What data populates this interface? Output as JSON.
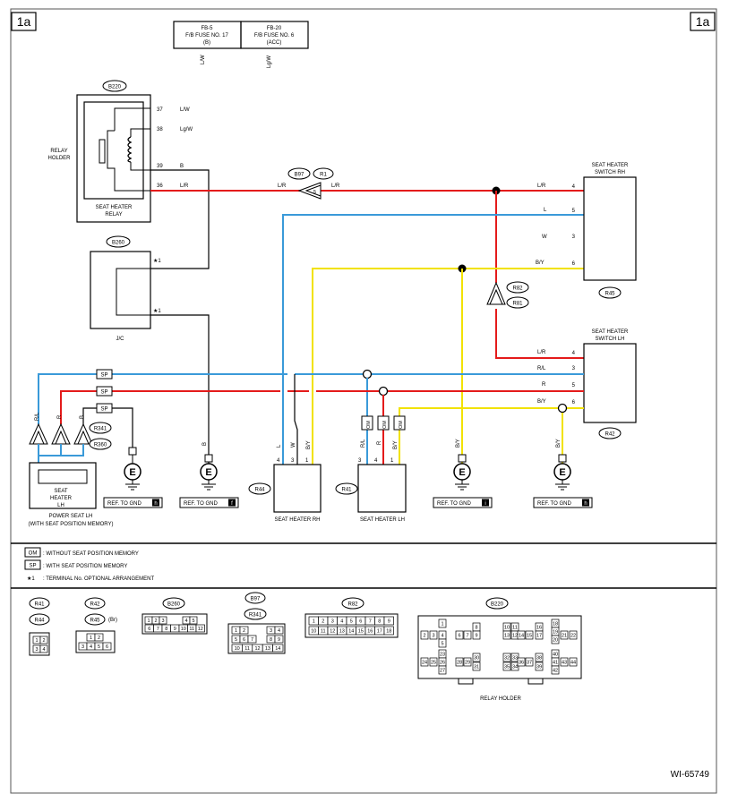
{
  "page_tag": "1a",
  "figure_id": "WI-65749",
  "colors": {
    "red": "#e41b1b",
    "blue": "#3a9ad9",
    "yellow": "#f2e200",
    "black": "#000000"
  },
  "fuses": [
    {
      "line1": "FB-5",
      "line2": "F/B FUSE NO. 17",
      "line3": "(B)",
      "wire": "L/W"
    },
    {
      "line1": "FB-20",
      "line2": "F/B FUSE NO. 6",
      "line3": "(ACC)",
      "wire": "Lg/W"
    }
  ],
  "relay": {
    "connector": "B220",
    "holder_label_1": "RELAY",
    "holder_label_2": "HOLDER",
    "name_1": "SEAT HEATER",
    "name_2": "RELAY",
    "pins": [
      {
        "no": "37",
        "wire": "L/W"
      },
      {
        "no": "38",
        "wire": "Lg/W"
      },
      {
        "no": "39",
        "wire": "B"
      },
      {
        "no": "36",
        "wire": "L/R"
      }
    ]
  },
  "jc": {
    "connector": "B260",
    "label": "J/C",
    "pin_a": "★1",
    "pin_b": "★1"
  },
  "b97": {
    "a": "B97",
    "b": "R1",
    "wire_left": "L/R",
    "wire_right": "L/R",
    "pin": "5"
  },
  "switch_rh": {
    "title_1": "SEAT HEATER",
    "title_2": "SWITCH RH",
    "connector": "R45",
    "pins": [
      {
        "no": "4",
        "wire": "L/R"
      },
      {
        "no": "5",
        "wire": "L"
      },
      {
        "no": "3",
        "wire": "W"
      },
      {
        "no": "6",
        "wire": "B/Y"
      }
    ]
  },
  "switch_lh": {
    "title_1": "SEAT HEATER",
    "title_2": "SWITCH LH",
    "connector": "R42",
    "pins": [
      {
        "no": "4",
        "wire": "L/R"
      },
      {
        "no": "3",
        "wire": "R/L"
      },
      {
        "no": "5",
        "wire": "R"
      },
      {
        "no": "6",
        "wire": "B/Y"
      }
    ]
  },
  "r82": {
    "a": "R82",
    "b": "R81"
  },
  "sp_label": "SP",
  "om_label": "OM",
  "r341": {
    "a": "R341",
    "b": "R360"
  },
  "power_seat": {
    "wires": [
      "R/L",
      "R",
      "B"
    ],
    "box_1": "SEAT",
    "box_2": "HEATER",
    "box_3": "LH",
    "caption_1": "POWER SEAT LH",
    "caption_2": "(WITH SEAT POSITION MEMORY)"
  },
  "ground_e": "E",
  "grounds": [
    {
      "wire": "",
      "text": "REF. TO GND",
      "code": "h"
    },
    {
      "wire": "B",
      "text": "REF. TO GND",
      "code": "f"
    },
    {
      "wire": "B/Y",
      "text": "REF. TO GND",
      "code": "i"
    },
    {
      "wire": "B/Y",
      "text": "REF. TO GND",
      "code": "h"
    }
  ],
  "heater_rh": {
    "connector": "R44",
    "caption": "SEAT HEATER RH",
    "pins": [
      "4",
      "3",
      "1"
    ],
    "wires": [
      "L",
      "W",
      "B/Y"
    ]
  },
  "heater_lh": {
    "connector": "R41",
    "caption": "SEAT HEATER LH",
    "pins": [
      "3",
      "4",
      "1"
    ],
    "wires": [
      "R/L",
      "R",
      "B/Y"
    ]
  },
  "legend": [
    {
      "tag": "OM",
      "text": ": WITHOUT SEAT POSITION MEMORY"
    },
    {
      "tag": "SP",
      "text": ": WITH SEAT POSITION MEMORY"
    },
    {
      "tag": "★1",
      "text": ": TERMINAL No. OPTIONAL ARRANGEMENT"
    }
  ],
  "connectors": {
    "c1_a": "R41",
    "c1_b": "R44",
    "c1_pins": [
      "1",
      "2",
      "3",
      "4"
    ],
    "c2_a": "R42",
    "c2_b": "R45",
    "c2_note": "(Br)",
    "c2_pins": [
      "1",
      "2",
      "3",
      "4",
      "5",
      "6"
    ],
    "c3": "B260",
    "c3_pins": [
      "1",
      "2",
      "3",
      "4",
      "5",
      "6",
      "7",
      "8",
      "9",
      "10",
      "11",
      "12"
    ],
    "c4_a": "B97",
    "c4_b": "R341",
    "c4_pins": [
      "1",
      "2",
      "3",
      "4",
      "5",
      "6",
      "7",
      "8",
      "9",
      "10",
      "11",
      "12",
      "13",
      "14"
    ],
    "c5": "R82",
    "c5_pins": [
      "1",
      "2",
      "3",
      "4",
      "5",
      "6",
      "7",
      "8",
      "9",
      "10",
      "11",
      "12",
      "13",
      "14",
      "15",
      "16",
      "17",
      "18"
    ],
    "c6": "B220",
    "c6_label": "RELAY HOLDER",
    "c6_pins": [
      "1",
      "2",
      "3",
      "4",
      "5",
      "6",
      "7",
      "8",
      "9",
      "10",
      "11",
      "12",
      "13",
      "14",
      "15",
      "16",
      "17",
      "18",
      "19",
      "20",
      "21",
      "22",
      "23",
      "24",
      "25",
      "26",
      "27",
      "28",
      "29",
      "30",
      "31",
      "32",
      "33",
      "34",
      "35",
      "36",
      "37",
      "38",
      "39",
      "40",
      "41",
      "42",
      "43",
      "44"
    ]
  }
}
